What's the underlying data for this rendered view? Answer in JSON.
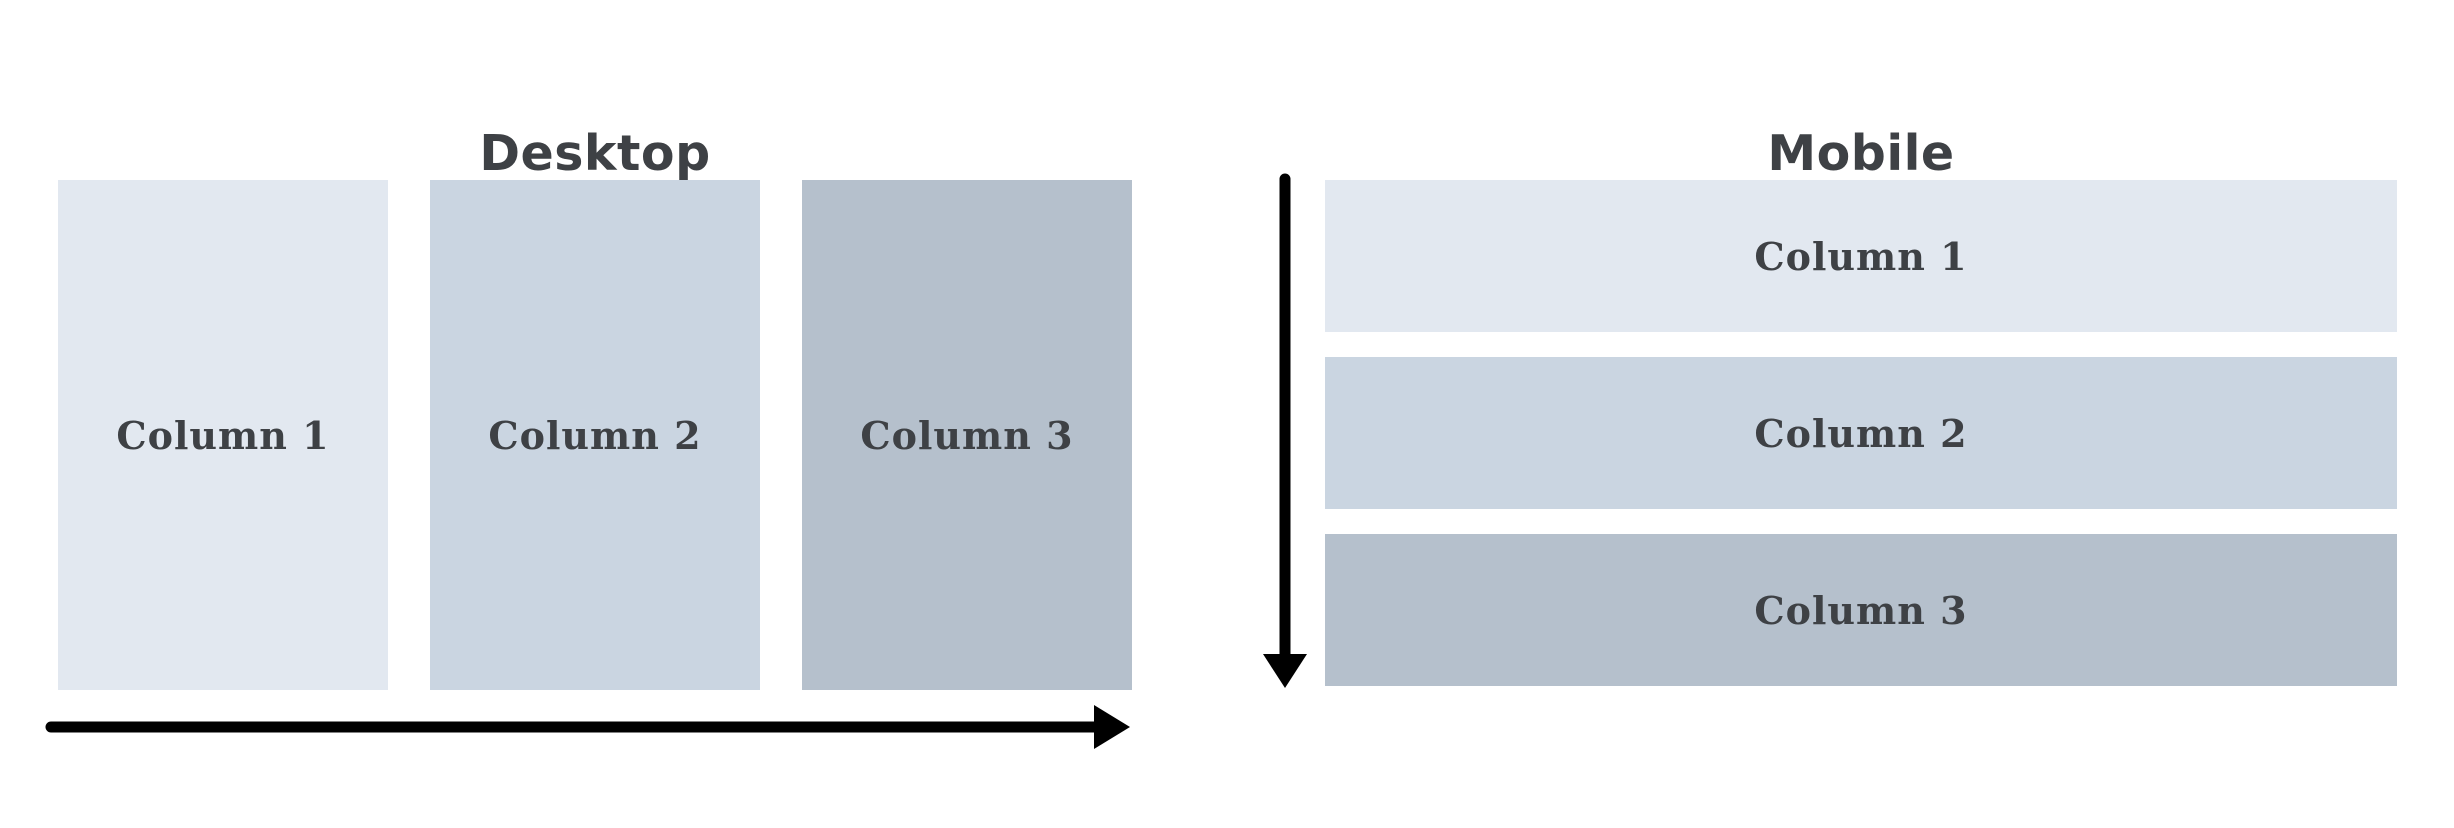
{
  "page": {
    "background": "#ffffff"
  },
  "palette": {
    "text": "#3e4145",
    "arrow": "#000000",
    "shade_light": "#e2e8f0",
    "shade_medium": "#cad5e1",
    "shade_dark": "#b5c0cc"
  },
  "desktop": {
    "title": "Desktop",
    "columns": [
      {
        "label": "Column 1",
        "color": "#e2e8f0"
      },
      {
        "label": "Column 2",
        "color": "#cad5e1"
      },
      {
        "label": "Column 3",
        "color": "#b5c0cc"
      }
    ],
    "flow_arrow_direction": "right"
  },
  "mobile": {
    "title": "Mobile",
    "columns": [
      {
        "label": "Column 1",
        "color": "#e2e8f0"
      },
      {
        "label": "Column 2",
        "color": "#cad5e1"
      },
      {
        "label": "Column 3",
        "color": "#b5c0cc"
      }
    ],
    "flow_arrow_direction": "down"
  }
}
